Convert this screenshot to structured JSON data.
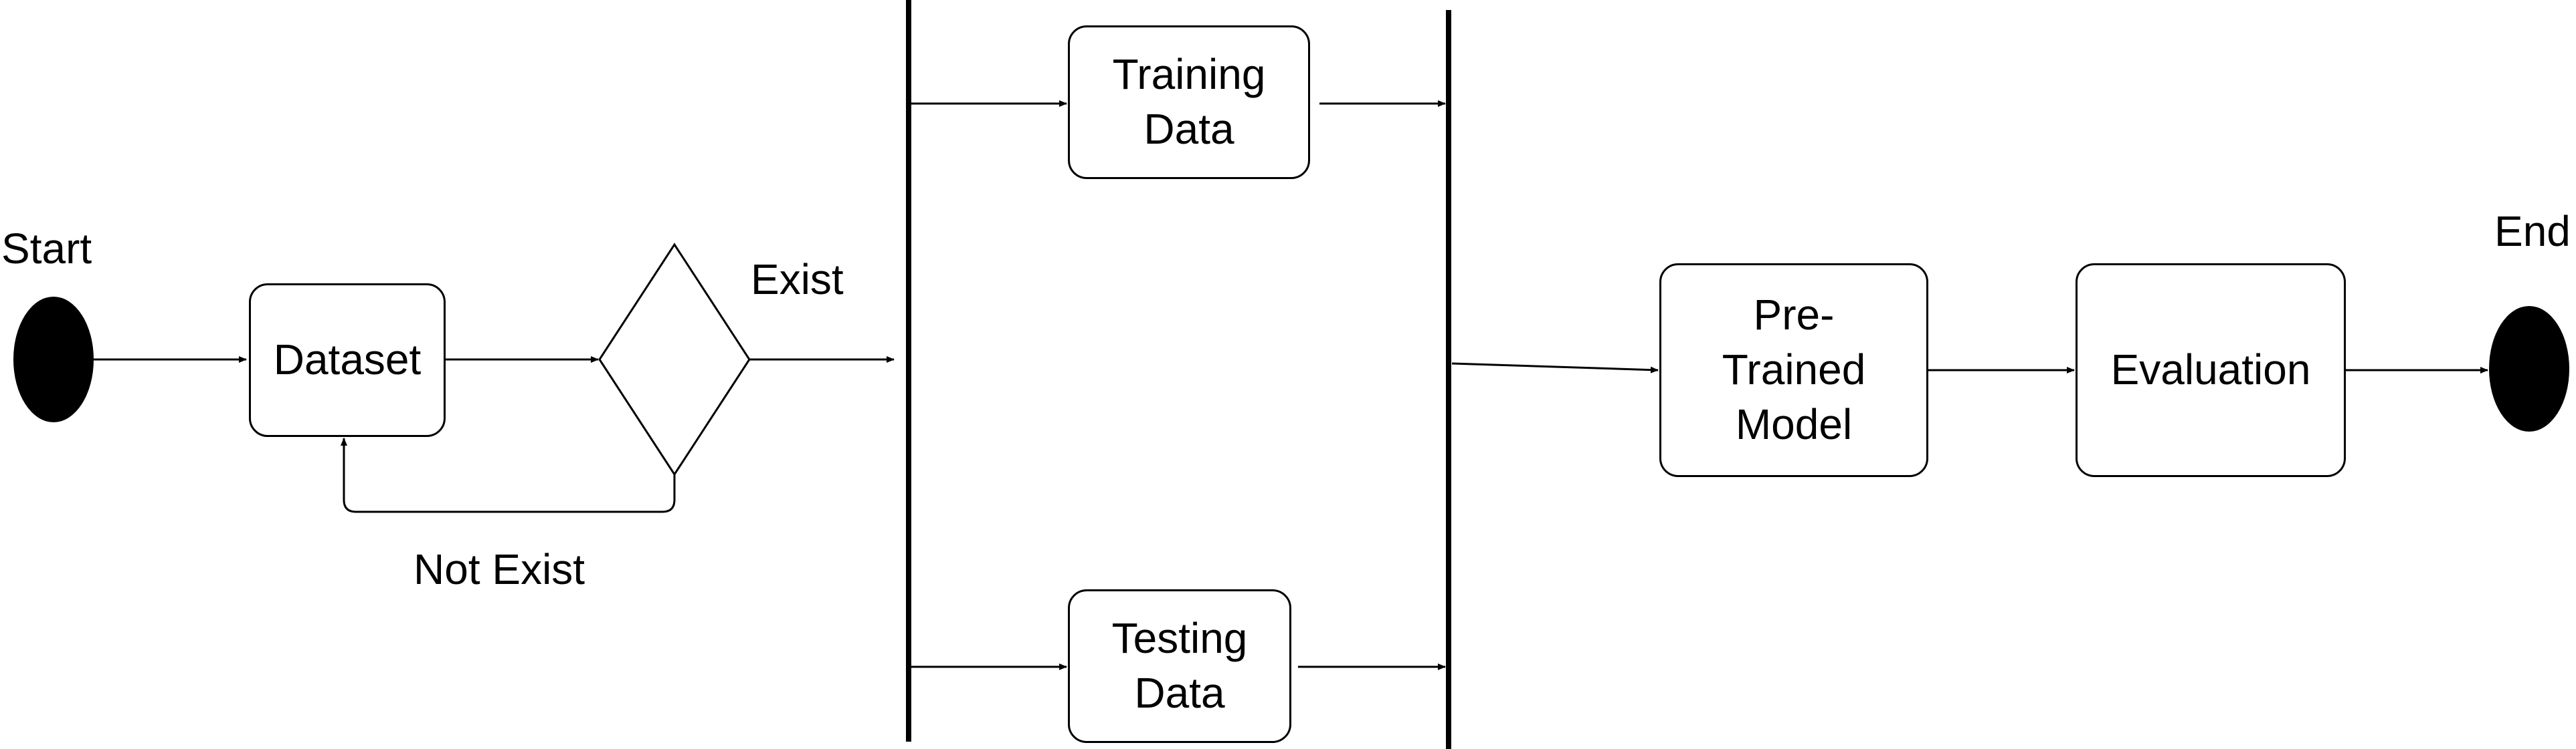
{
  "diagram": {
    "start_label": "Start",
    "end_label": "End",
    "condition_true_label": "Exist",
    "condition_false_label": "Not Exist",
    "nodes": {
      "dataset": "Dataset",
      "training_data": [
        "Training",
        "Data"
      ],
      "testing_data": [
        "Testing",
        "Data"
      ],
      "pretrained_model": [
        "Pre-",
        "Trained",
        "Model"
      ],
      "evaluation": "Evaluation"
    }
  }
}
